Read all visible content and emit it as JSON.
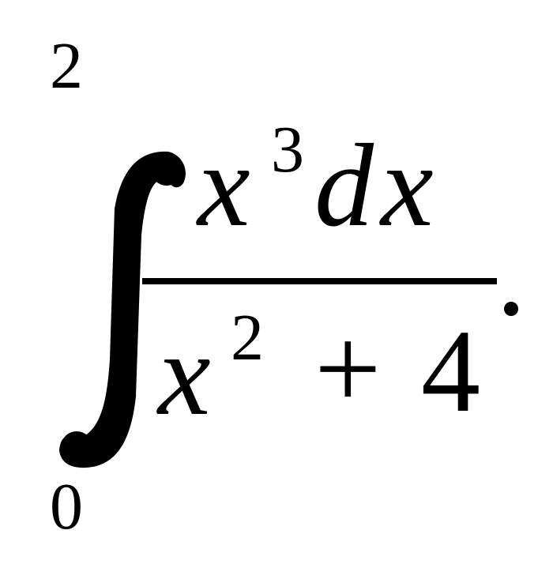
{
  "formula": {
    "upper_limit": "2",
    "lower_limit": "0",
    "numerator": {
      "variable": "x",
      "power": "3",
      "differential": "d",
      "differential_variable": "x"
    },
    "denominator": {
      "variable": "x",
      "power": "2",
      "operator": "+",
      "constant": "4"
    },
    "trailing_punctuation": "."
  }
}
